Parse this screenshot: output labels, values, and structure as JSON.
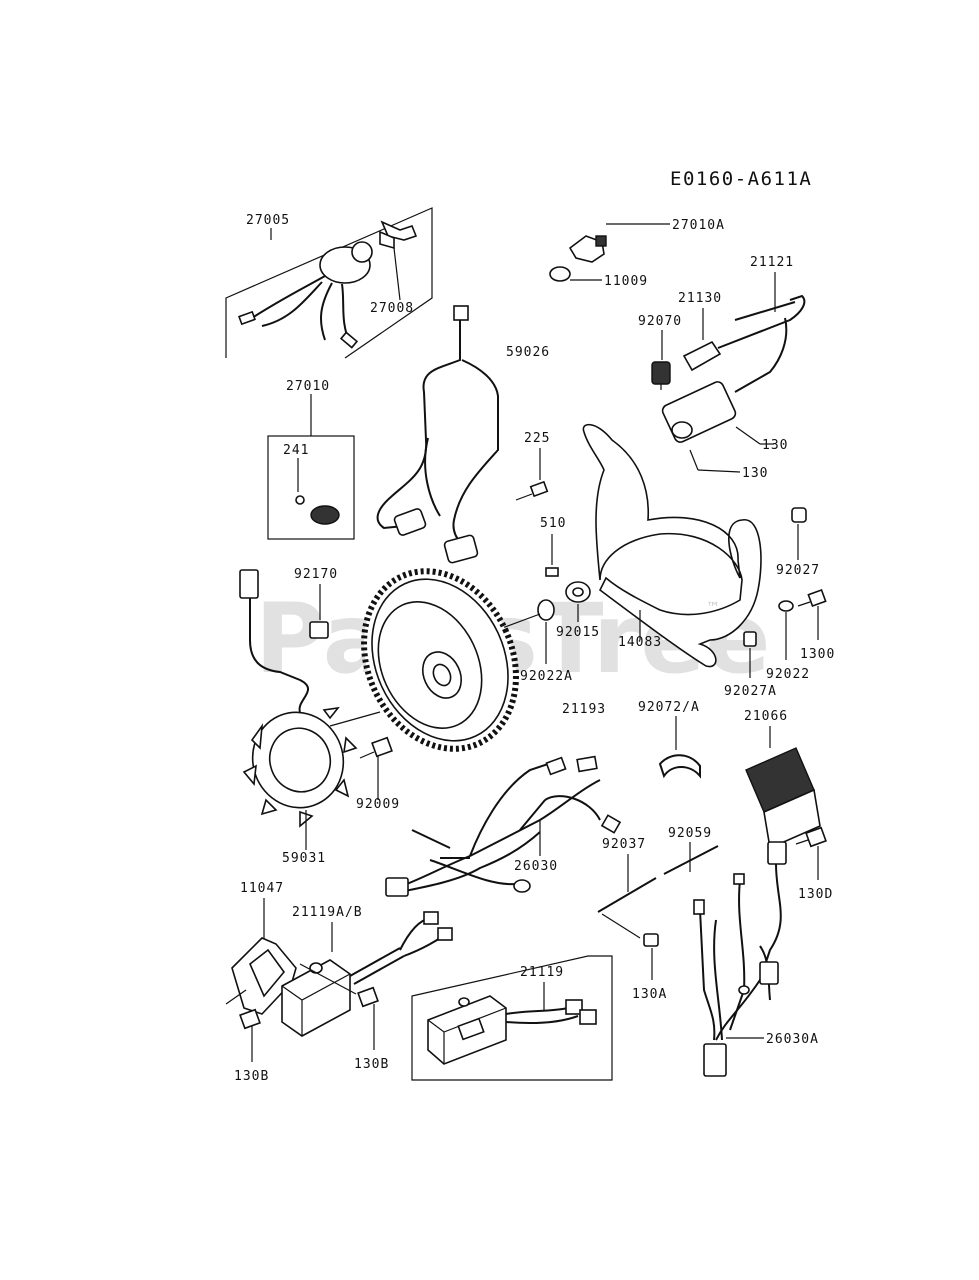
{
  "diagram": {
    "code": "E0160-A611A",
    "watermark": "PartsTree",
    "watermark_tm": "™",
    "labels": {
      "p27005": "27005",
      "p27008": "27008",
      "p27010A": "27010A",
      "p11009": "11009",
      "p21121": "21121",
      "p21130": "21130",
      "p92070": "92070",
      "p59026": "59026",
      "p27010": "27010",
      "p241": "241",
      "p225": "225",
      "p130a": "130",
      "p130b": "130",
      "p510": "510",
      "p92027": "92027",
      "p92170": "92170",
      "p92015": "92015",
      "p14083": "14083",
      "p1300": "1300",
      "p92022A": "92022A",
      "p92022": "92022",
      "p92027A": "92027A",
      "p21193": "21193",
      "p92072A": "92072/A",
      "p21066": "21066",
      "p92009": "92009",
      "p59031": "59031",
      "p26030": "26030",
      "p92059": "92059",
      "p92037": "92037",
      "p130D": "130D",
      "p11047": "11047",
      "p21119AB": "21119A/B",
      "p21119": "21119",
      "p130A": "130A",
      "p26030A": "26030A",
      "p130B1": "130B",
      "p130B2": "130B"
    }
  }
}
